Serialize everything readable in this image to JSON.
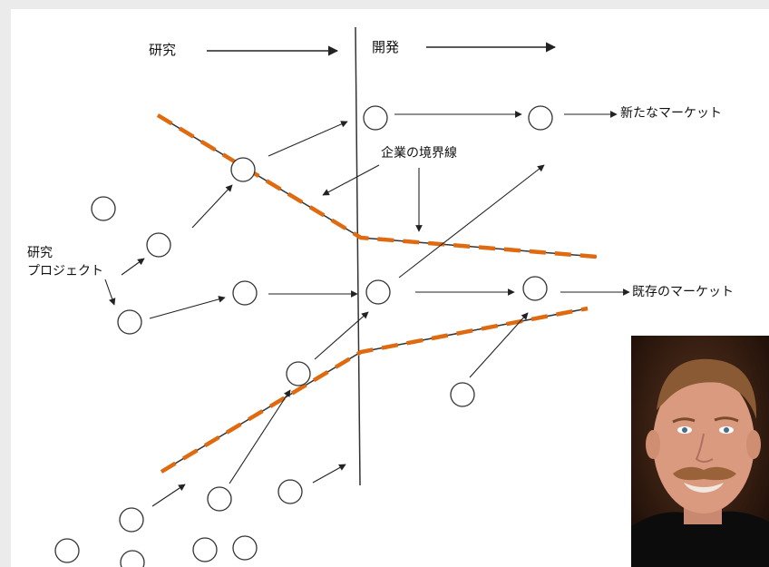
{
  "header": {
    "research": "研究",
    "development": "開発"
  },
  "labels": {
    "research_project_line1": "研究",
    "research_project_line2": "プロジェクト",
    "company_boundary": "企業の境界線",
    "new_market": "新たなマーケット",
    "existing_market": "既存のマーケット"
  },
  "colors": {
    "boundary_dash": "#e06a10",
    "boundary_line": "#333333",
    "background": "#ffffff"
  },
  "photo": {
    "icon": "person-photo"
  }
}
